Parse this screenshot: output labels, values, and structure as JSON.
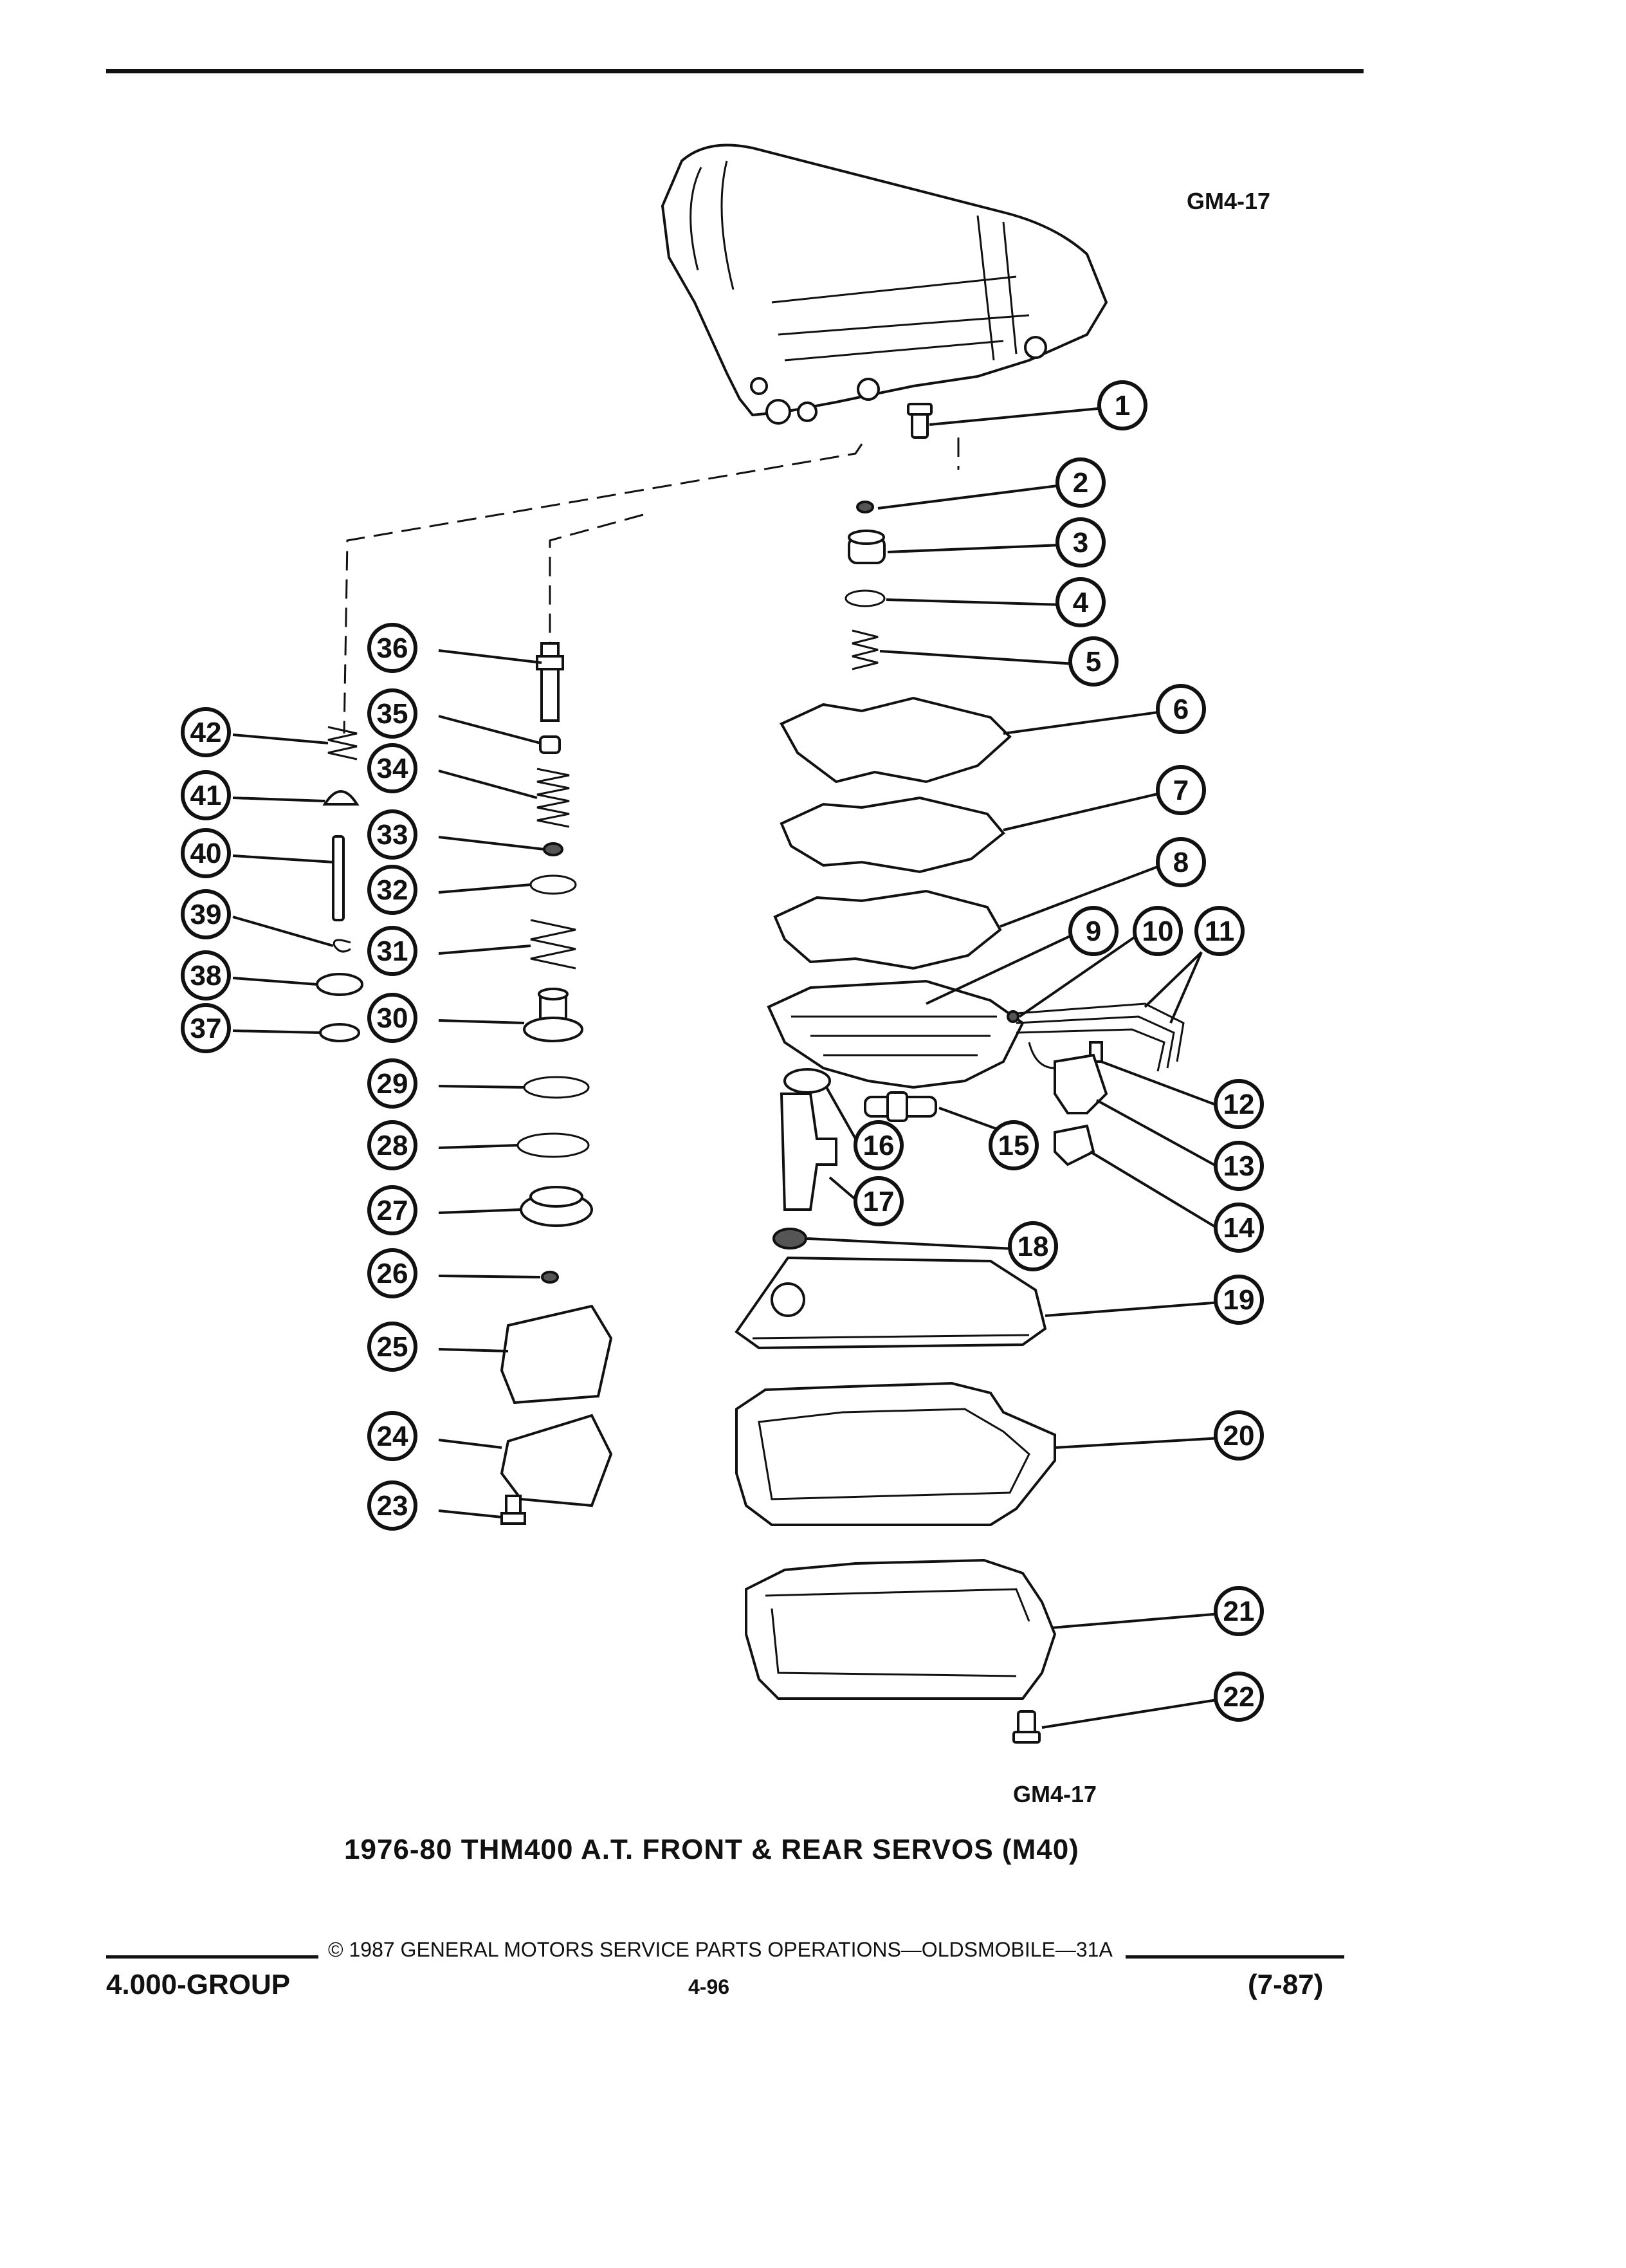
{
  "figure": {
    "code_top": "GM4-17",
    "code_bottom": "GM4-17",
    "caption": "1976-80 THM400 A.T. FRONT & REAR SERVOS (M40)"
  },
  "footer": {
    "copyright": "© 1987 GENERAL MOTORS SERVICE PARTS OPERATIONS—OLDSMOBILE—31A",
    "group": "4.000-GROUP",
    "page_number": "4-96",
    "revision_date": "(7-87)"
  },
  "callouts": [
    "1",
    "2",
    "3",
    "4",
    "5",
    "6",
    "7",
    "8",
    "9",
    "10",
    "11",
    "12",
    "13",
    "14",
    "15",
    "16",
    "17",
    "18",
    "19",
    "20",
    "21",
    "22",
    "23",
    "24",
    "25",
    "26",
    "27",
    "28",
    "29",
    "30",
    "31",
    "32",
    "33",
    "34",
    "35",
    "36",
    "37",
    "38",
    "39",
    "40",
    "41",
    "42"
  ]
}
